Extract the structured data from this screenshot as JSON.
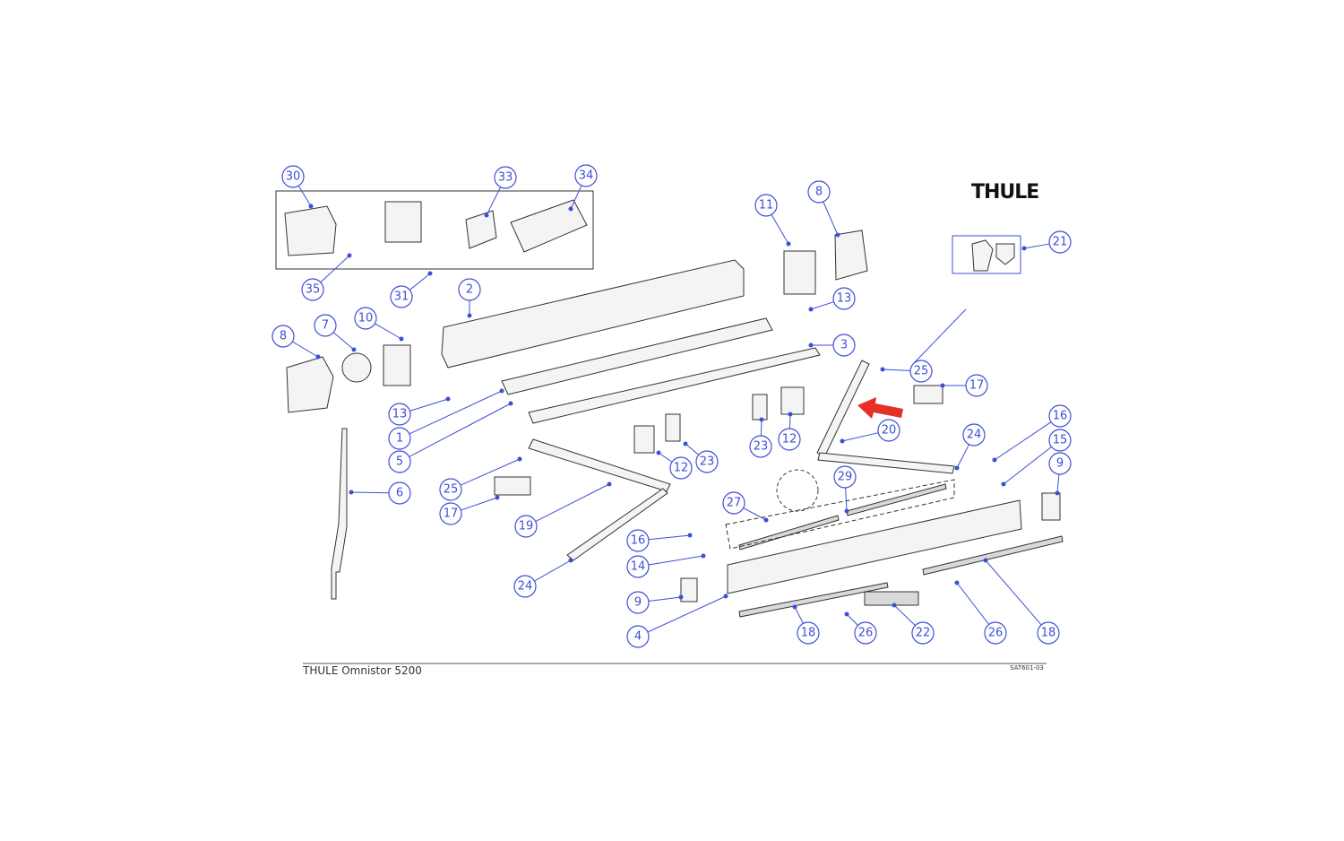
{
  "diagram": {
    "brand_logo": "THULE",
    "footer_title": "THULE Omnistor 5200",
    "footer_code": "SAT601-03",
    "accent_color": "#3d4fd6",
    "arrow_color": "#e53026",
    "callouts": [
      "30",
      "33",
      "34",
      "35",
      "31",
      "2",
      "11",
      "8",
      "21",
      "13",
      "8",
      "7",
      "10",
      "3",
      "25",
      "17",
      "13",
      "1",
      "5",
      "20",
      "24",
      "16",
      "15",
      "9",
      "6",
      "25",
      "17",
      "19",
      "12",
      "23",
      "23",
      "12",
      "27",
      "29",
      "16",
      "14",
      "24",
      "9",
      "4",
      "18",
      "26",
      "22",
      "26",
      "18"
    ]
  }
}
